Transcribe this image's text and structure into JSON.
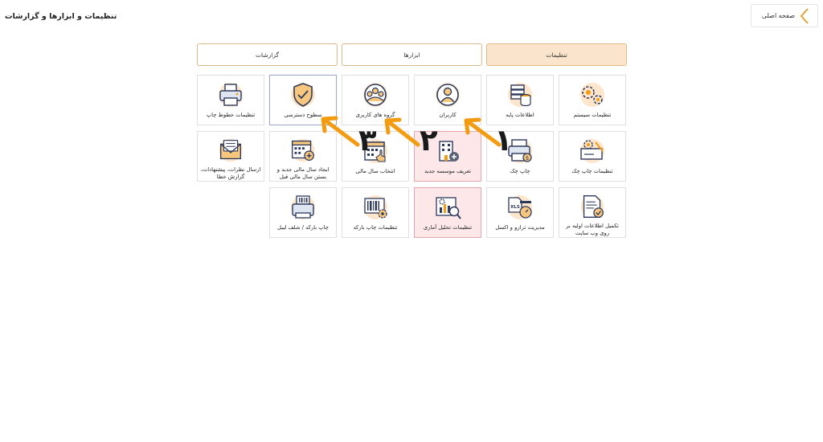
{
  "header": {
    "title": "تنظیمات و ابزارها و گزارشات",
    "home_label": "صفحه اصلی",
    "home_icon": "chevron-left-icon"
  },
  "colors": {
    "accent": "#f39c12",
    "tab_active": "#fbe4cc",
    "tile_pink": "#fde7e9",
    "icon_navy": "#2d3a5c"
  },
  "tabs": [
    {
      "label": "تنظیمات",
      "active": true
    },
    {
      "label": "ابزارها",
      "active": false
    },
    {
      "label": "گزارشات",
      "active": false
    }
  ],
  "tiles": [
    {
      "label": "تنظیمات سیستم",
      "icon": "gears-icon"
    },
    {
      "label": "اطلاعات پایه",
      "icon": "database-server-icon"
    },
    {
      "label": "کاربران",
      "icon": "user-icon"
    },
    {
      "label": "گروه های کاربری",
      "icon": "user-group-icon"
    },
    {
      "label": "سطوح دسترسی",
      "icon": "shield-check-icon",
      "state": "selected"
    },
    {
      "label": "تنظیمات خطوط چاپ",
      "icon": "printer-icon"
    },
    {
      "label": "تنظیمات چاپ چک",
      "icon": "cheque-settings-icon"
    },
    {
      "label": "چاپ چک",
      "icon": "cheque-print-icon"
    },
    {
      "label": "تعریف موسسه جدید",
      "icon": "building-add-icon",
      "state": "highlight"
    },
    {
      "label": "انتخاب سال مالی",
      "icon": "calendar-select-icon"
    },
    {
      "label": "ایجاد سال مالی جدید و بستن سال مالی قبل",
      "icon": "calendar-add-icon"
    },
    {
      "label": "ارسال نظرات، پیشنهادات، گزارش خطا",
      "icon": "envelope-icon"
    },
    {
      "label": "تکمیل اطلاعات اولیه بر روی وب سایت",
      "icon": "document-check-icon"
    },
    {
      "label": "مدیریت ترازو و اکسل",
      "icon": "scale-excel-icon"
    },
    {
      "label": "تنظیمات تحلیل آماری",
      "icon": "chart-analysis-icon",
      "state": "highlight"
    },
    {
      "label": "تنظیمات چاپ بارکد",
      "icon": "barcode-settings-icon"
    },
    {
      "label": "چاپ بارکد / شلف لیبل",
      "icon": "label-printer-icon"
    }
  ],
  "annotations": [
    {
      "number": "۱",
      "points_to": "کاربران"
    },
    {
      "number": "۲",
      "points_to": "گروه های کاربری"
    },
    {
      "number": "۳",
      "points_to": "سطوح دسترسی"
    }
  ]
}
